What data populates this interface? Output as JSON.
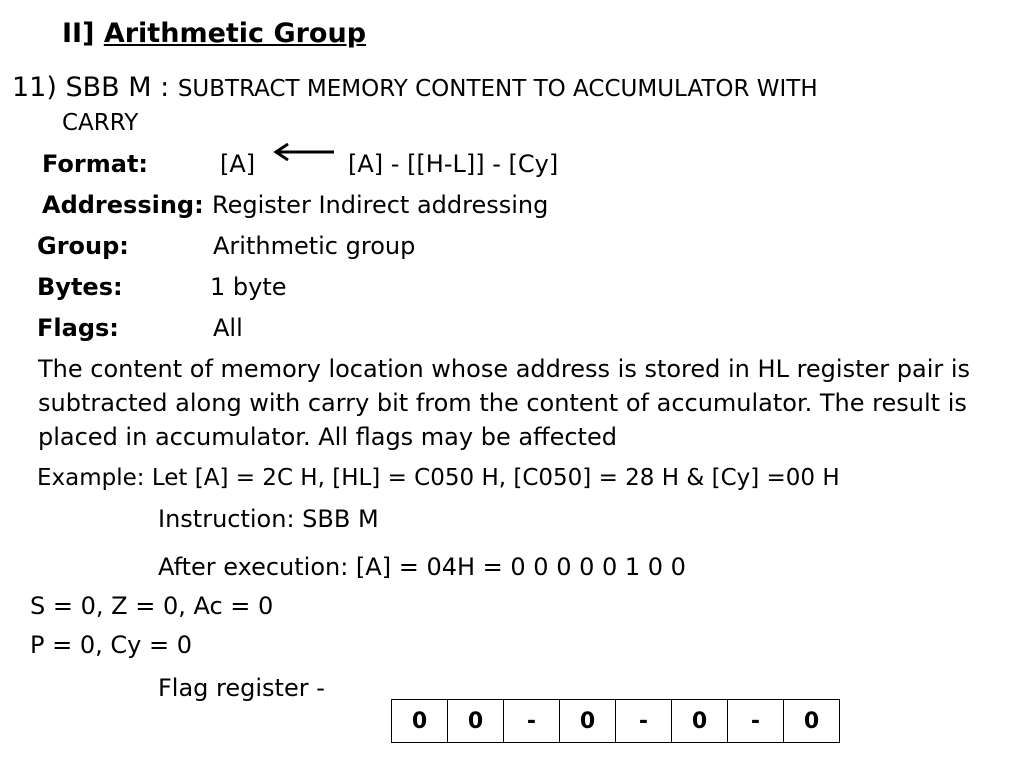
{
  "heading": {
    "prefix": "II]",
    "title": "Arithmetic Group"
  },
  "instruction": {
    "number": "11)",
    "mnemonic": "SBB M :",
    "description": "SUBTRACT MEMORY CONTENT TO ACCUMULATOR WITH",
    "description_cont": "CARRY"
  },
  "format": {
    "label": "Format:",
    "dest": "[A]",
    "expr": "[A] - [[H-L]] - [Cy]"
  },
  "addressing": {
    "label": "Addressing:",
    "value": "Register  Indirect addressing"
  },
  "group": {
    "label": "Group:",
    "value": "Arithmetic group"
  },
  "bytes": {
    "label": "Bytes:",
    "value": "1 byte"
  },
  "flags": {
    "label": "Flags:",
    "value": "All"
  },
  "paragraph": "The content of memory location whose address is stored in HL register pair is subtracted along with carry bit from the content of accumulator. The result is placed in accumulator. All flags may be affected",
  "example": {
    "text": "Example: Let [A] = 2C H,  [HL] = C050 H,  [C050] = 28 H    &    [Cy] =00 H",
    "instruction": "Instruction: SBB M",
    "after": "After execution:  [A] = 04H =  0 0 0 0   0 1 0 0"
  },
  "flag_lines": {
    "line1": "S = 0, Z = 0, Ac = 0",
    "line2": "P = 0, Cy = 0"
  },
  "flag_register": {
    "label": "Flag register -",
    "cells": [
      "0",
      "0",
      "-",
      "0",
      "-",
      "0",
      "-",
      "0"
    ]
  },
  "icons": {
    "arrow": "left-arrow-icon"
  }
}
